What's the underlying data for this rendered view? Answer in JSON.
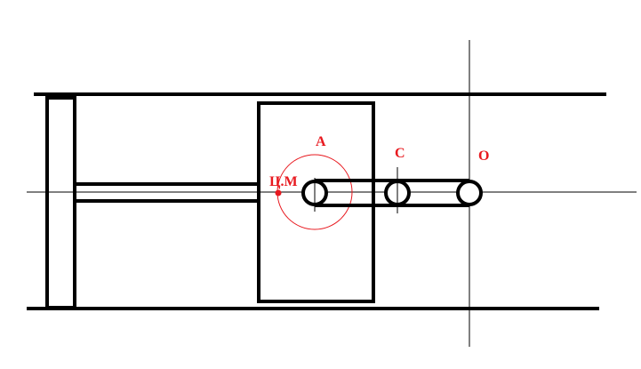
{
  "diagram": {
    "labels": {
      "a": "А",
      "c": "С",
      "o": "О",
      "center_of_mass": "Ц.М"
    },
    "colors": {
      "stroke": "#000000",
      "accent": "#e8191f",
      "background": "#ffffff"
    }
  }
}
